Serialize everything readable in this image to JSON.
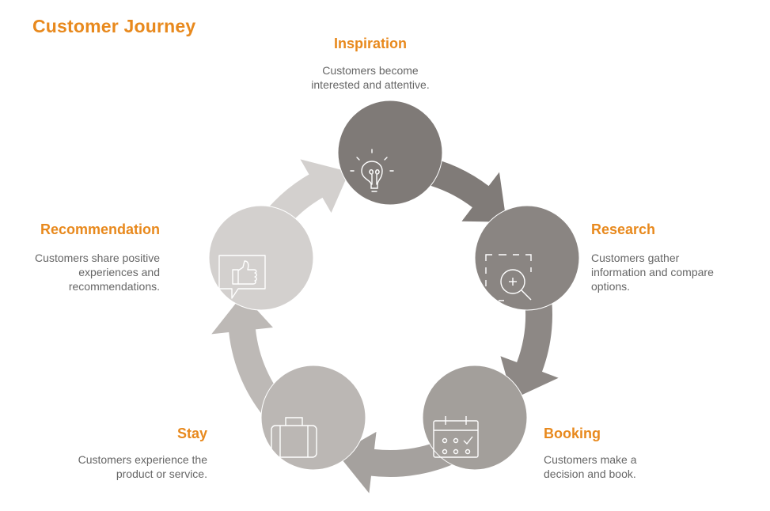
{
  "title": "Customer Journey",
  "colors": {
    "accent": "#E8891D",
    "text": "#666666",
    "inspiration": "#7F7A77",
    "research": "#8A8582",
    "booking": "#A39F9B",
    "stay": "#BBB7B4",
    "recommendation": "#D3D0CE"
  },
  "stages": [
    {
      "key": "inspiration",
      "title": "Inspiration",
      "icon": "lightbulb-icon",
      "desc": [
        "Customers become",
        "interested and attentive."
      ]
    },
    {
      "key": "research",
      "title": "Research",
      "icon": "magnifier-icon",
      "desc": [
        "Customers gather",
        "information and compare",
        "options."
      ]
    },
    {
      "key": "booking",
      "title": "Booking",
      "icon": "calendar-icon",
      "desc": [
        "Customers make a",
        "decision and book."
      ]
    },
    {
      "key": "stay",
      "title": "Stay",
      "icon": "suitcase-icon",
      "desc": [
        "Customers experience the",
        "product or service."
      ]
    },
    {
      "key": "recommendation",
      "title": "Recommendation",
      "icon": "thumbs-up-icon",
      "desc": [
        "Customers share positive",
        "experiences and",
        "recommendations."
      ]
    }
  ]
}
